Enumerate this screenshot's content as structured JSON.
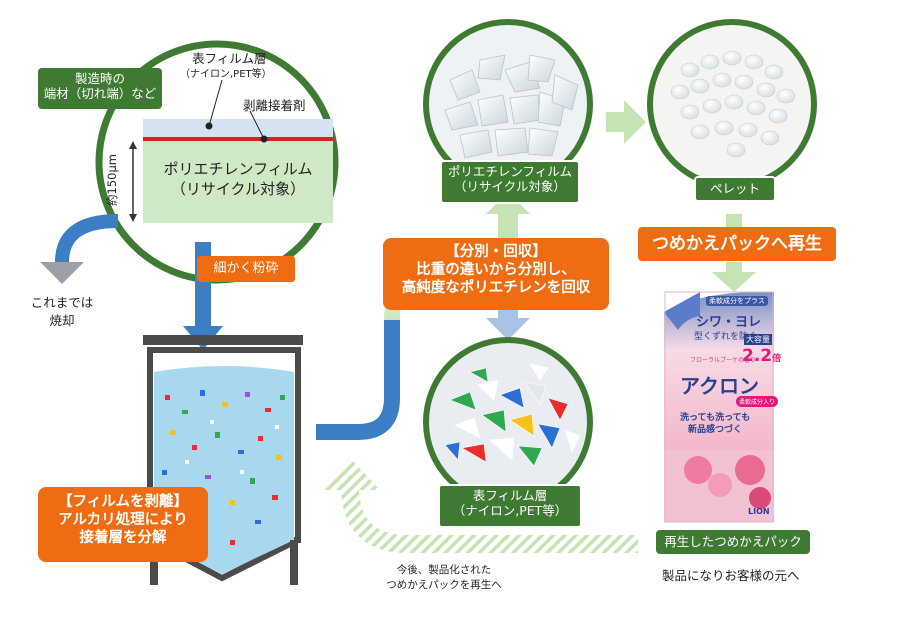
{
  "left_tag": {
    "line1": "製造時の",
    "line2": "端材（切れ端）など"
  },
  "circle": {
    "surface_layer": "表フィルム層",
    "surface_layer_sub": "（ナイロン,PET等）",
    "adhesive": "剥離接着剤",
    "thickness": "約150μm",
    "pe_line1": "ポリエチレンフィルム",
    "pe_line2": "（リサイクル対象）"
  },
  "incinerate": {
    "line1": "これまでは",
    "line2": "焼却"
  },
  "crush": "細かく粉砕",
  "peel": {
    "line1": "【フィルムを剥離】",
    "line2": "アルカリ処理により",
    "line3": "接着層を分解"
  },
  "separate": {
    "line1": "【分別・回収】",
    "line2": "比重の違いから分別し、",
    "line3": "高純度なポリエチレンを回収"
  },
  "pe_label": {
    "line1": "ポリエチレンフィルム",
    "line2": "（リサイクル対象）"
  },
  "pellet_label": "ペレット",
  "refill_banner": "つめかえパックへ再生",
  "surface_label": {
    "line1": "表フィルム層",
    "line2": "（ナイロン,PET等）"
  },
  "future": {
    "line1": "今後、製品化された",
    "line2": "つめかえパックを再生へ"
  },
  "product_label": "再生したつめかえパック",
  "product_caption": "製品になりお客様の元へ",
  "package": {
    "top_text": "柔軟成分をプラス",
    "line1": "シワ・ヨレ",
    "line2": "型くずれを防ぐ",
    "size_label": "大容量",
    "size_value": "2.2",
    "size_unit": "倍",
    "scent": "フローラルブーケの香り",
    "brand": "アクロン",
    "softener": "柔軟成分入り",
    "copy1": "洗っても洗っても",
    "copy2": "新品感つづく",
    "maker": "LION"
  },
  "colors": {
    "green": "#3f7a33",
    "orange": "#ef6c12",
    "light_green": "#c6e3b4",
    "blue_arrow": "#3c7ec4",
    "water": "#a8d8ef"
  }
}
